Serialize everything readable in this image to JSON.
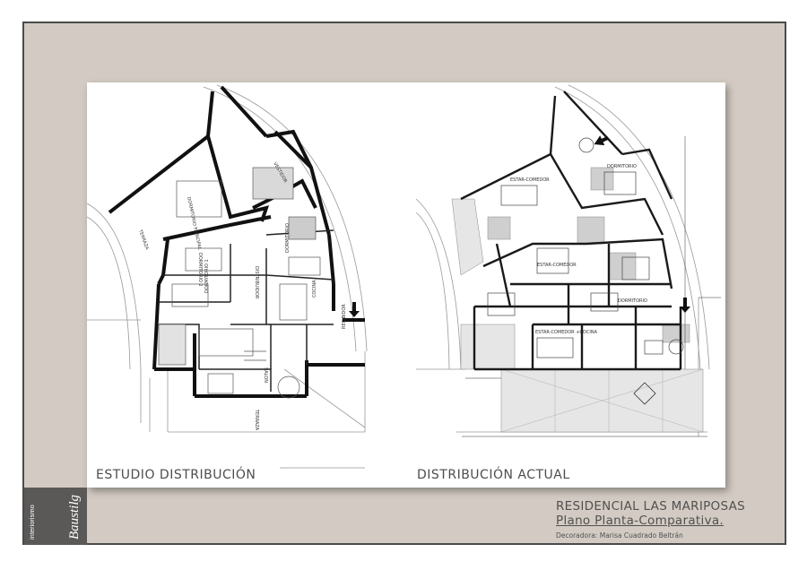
{
  "left_plan": {
    "label": "ESTUDIO DISTRIBUCIÓN",
    "rooms": [
      "VESTIDOR",
      "DORMITORIO PRINCIPAL",
      "TERRAZA",
      "DORMITORIO 2",
      "DORMITORIO 1",
      "DISTRIBUIDOR",
      "DORMITORIO",
      "COCINA",
      "SALON",
      "RECIBIDOR",
      "TERRAZA"
    ]
  },
  "right_plan": {
    "label": "DISTRIBUCIÓN ACTUAL",
    "rooms": [
      "ESTAR-COMEDOR",
      "DORMITORIO",
      "ESTAR-COMEDOR",
      "DORMITORIO",
      "ESTAR-COMEDOR +COCINA"
    ]
  },
  "logo": {
    "small": "interiorismo",
    "big": "Baustilg"
  },
  "title": {
    "line1": "RESIDENCIAL LAS MARIPOSAS",
    "line2": "Plano Planta-Comparativa.",
    "line3": "Decoradora: Marisa Cuadrado Beltrán"
  }
}
